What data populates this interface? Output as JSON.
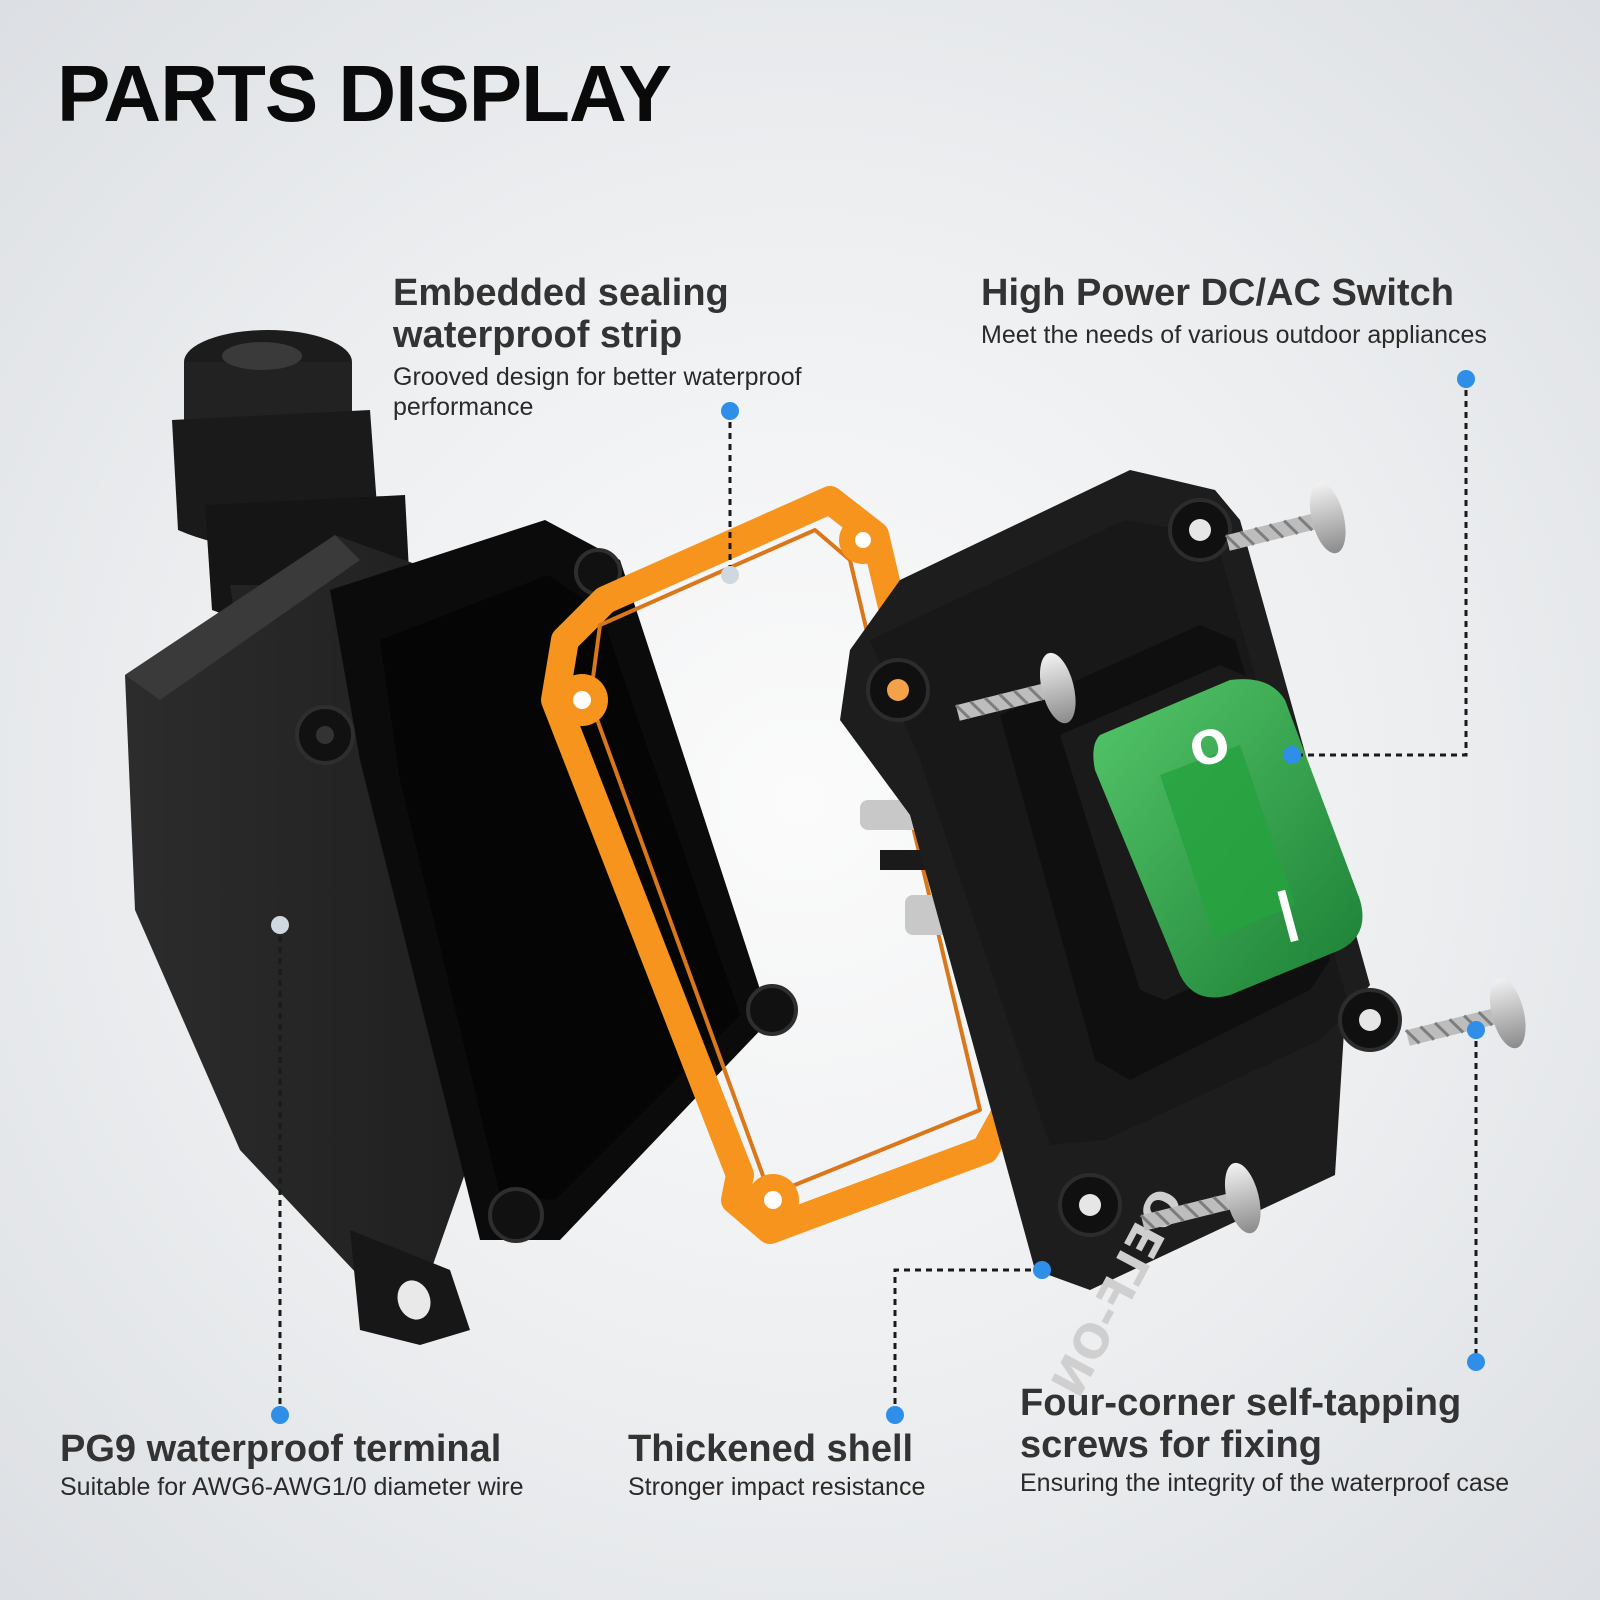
{
  "title": "PARTS DISPLAY",
  "accent_color": "#2f8fe8",
  "gasket_color": "#f6941e",
  "switch_color": "#2fa84a",
  "brand_mark": "OELF-ON",
  "switch_symbols": {
    "off": "O",
    "on": "I"
  },
  "callouts": {
    "seal": {
      "heading": "Embedded sealing waterproof strip",
      "desc": "Grooved design for better waterproof performance"
    },
    "switch": {
      "heading": "High Power DC/AC Switch",
      "desc": "Meet the needs of various outdoor appliances"
    },
    "terminal": {
      "heading": "PG9 waterproof terminal",
      "desc": "Suitable for AWG6-AWG1/0 diameter wire"
    },
    "shell": {
      "heading": "Thickened shell",
      "desc": "Stronger impact resistance"
    },
    "screws": {
      "heading": "Four-corner self-tapping screws for fixing",
      "desc": "Ensuring the integrity of the waterproof case"
    }
  }
}
